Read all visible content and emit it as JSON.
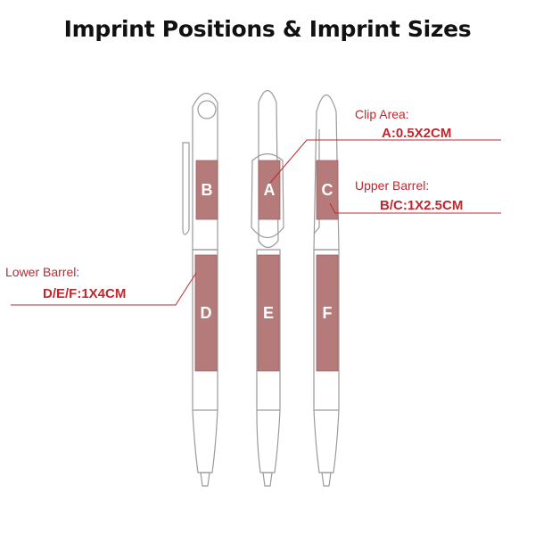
{
  "title": "Imprint Positions & Imprint Sizes",
  "colors": {
    "accent": "#c0272d",
    "zone_fill": "#b57a7a",
    "outline": "#9a9a9a"
  },
  "annotations": {
    "clip": {
      "label": "Clip Area:",
      "value": "A:0.5X2CM"
    },
    "upper": {
      "label": "Upper Barrel:",
      "value": "B/C:1X2.5CM"
    },
    "lower": {
      "label": "Lower Barrel:",
      "value": "D/E/F:1X4CM"
    }
  },
  "zones": {
    "A": "A",
    "B": "B",
    "C": "C",
    "D": "D",
    "E": "E",
    "F": "F"
  }
}
